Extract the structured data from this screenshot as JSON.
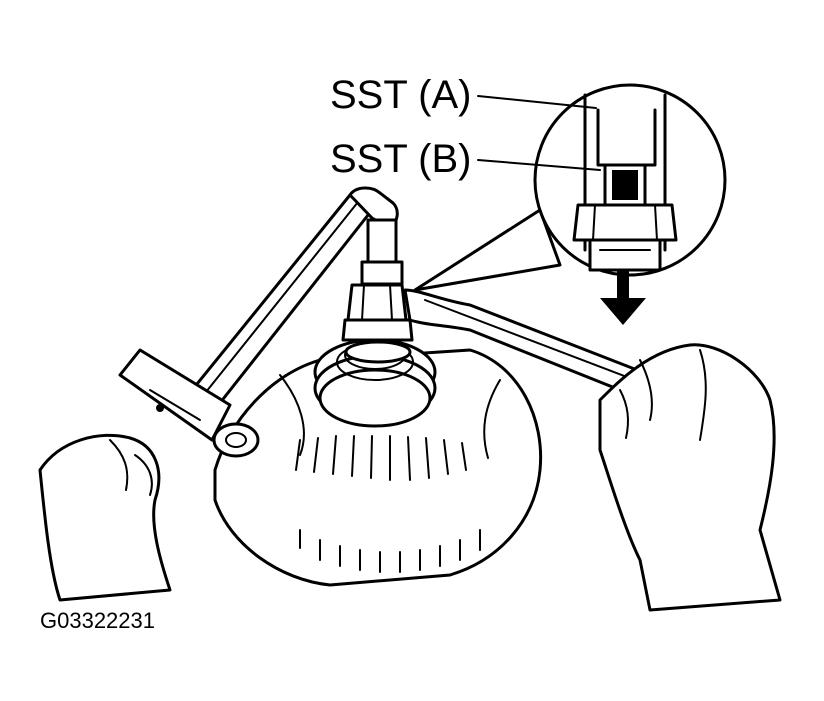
{
  "labels": {
    "sst_a": "SST (A)",
    "sst_b": "SST (B)",
    "figure_code": "G03322231"
  },
  "colors": {
    "ink": "#000000",
    "paper": "#ffffff"
  },
  "icons": {
    "direction_arrow": "arrow-down-icon"
  }
}
